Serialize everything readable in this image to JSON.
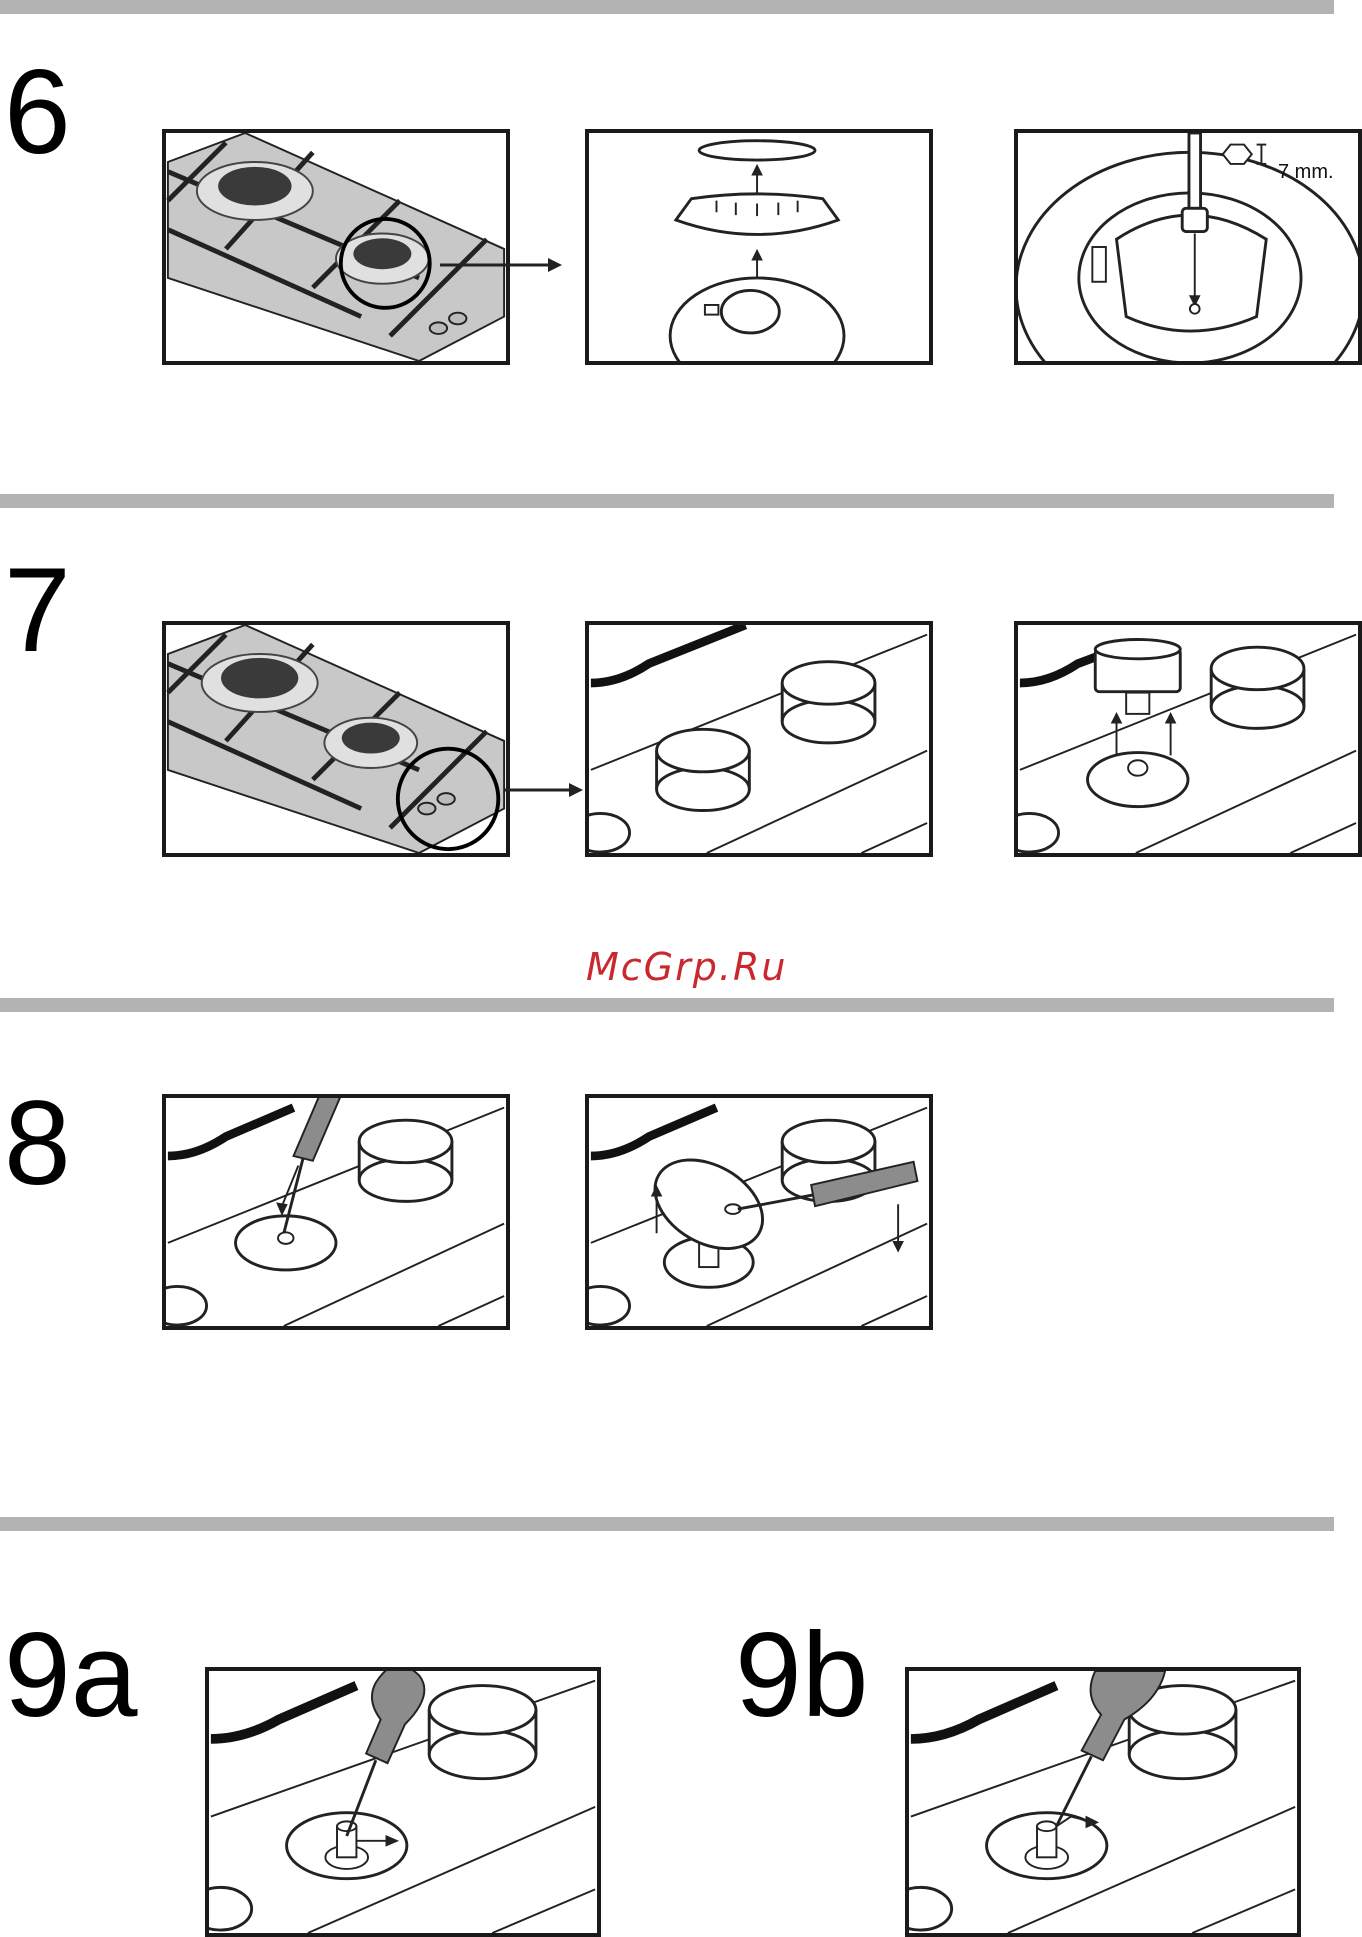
{
  "steps": {
    "s6": "6",
    "s7": "7",
    "s8": "8",
    "s9a": "9a",
    "s9b": "9b"
  },
  "labels": {
    "wrench_size": "7 mm."
  },
  "watermark": "McGrp.Ru",
  "colors": {
    "rule": "#b3b3b3",
    "watermark": "#c8282e",
    "hob": "#c8c8c8",
    "burner": "#3a3a3a",
    "handle": "#8c8c8c"
  }
}
